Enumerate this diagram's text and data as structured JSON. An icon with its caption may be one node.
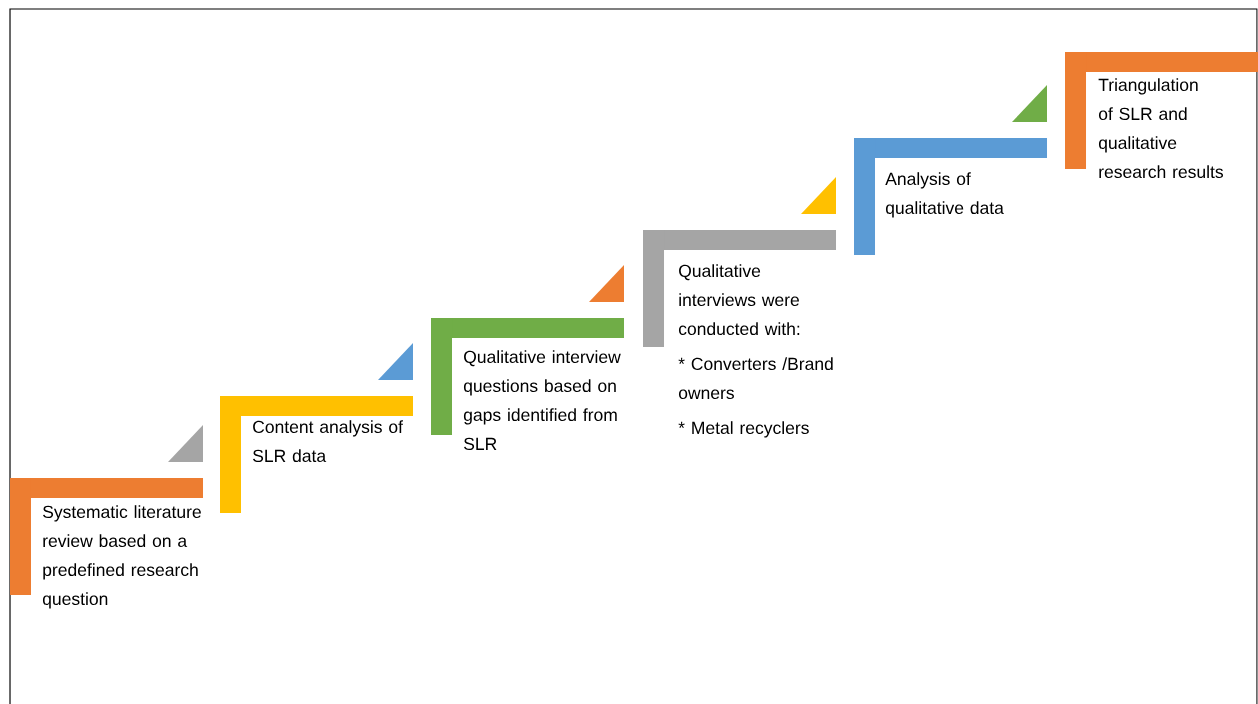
{
  "diagram": {
    "nodes": [
      {
        "text": [
          "Systematic literature review based on a predefined research question"
        ]
      },
      {
        "text": [
          "Content analysis of SLR data"
        ]
      },
      {
        "text": [
          "Qualitative interview questions based on gaps identified from SLR"
        ]
      },
      {
        "text": [
          "Qualitative interviews were conducted with:",
          "* Converters /Brand owners",
          "* Metal recyclers"
        ]
      },
      {
        "text": [
          "Analysis of qualitative data"
        ]
      },
      {
        "text": [
          "Triangulation of SLR and qualitative research results"
        ]
      }
    ]
  }
}
